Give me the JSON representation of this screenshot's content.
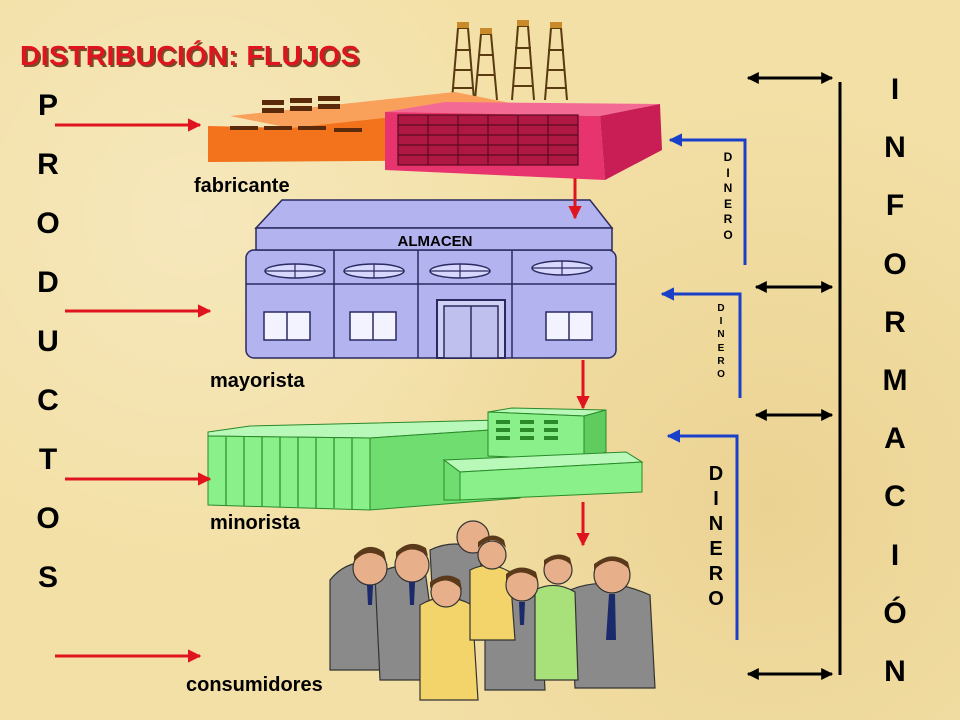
{
  "title": "DISTRIBUCIÓN: FLUJOS",
  "productos_letters": [
    "P",
    "R",
    "O",
    "D",
    "U",
    "C",
    "T",
    "O",
    "S"
  ],
  "informacion_letters": [
    "I",
    "N",
    "F",
    "O",
    "R",
    "M",
    "A",
    "C",
    "I",
    "Ó",
    "N"
  ],
  "nodes": {
    "fabricante": "fabricante",
    "mayorista": "mayorista",
    "minorista": "minorista",
    "consumidores": "consumidores"
  },
  "almacen_sign": "ALMACEN",
  "dinero_letters": [
    "D",
    "I",
    "N",
    "E",
    "R",
    "O"
  ],
  "colors": {
    "title": "#e0141e",
    "product_arrow": "#e0141e",
    "money_arrow": "#1a3fc8",
    "info_arrow": "#000000",
    "factory_orange": "#f2731c",
    "factory_pink": "#e8346e",
    "warehouse": "#b3b3ef",
    "retail": "#8af08a"
  }
}
